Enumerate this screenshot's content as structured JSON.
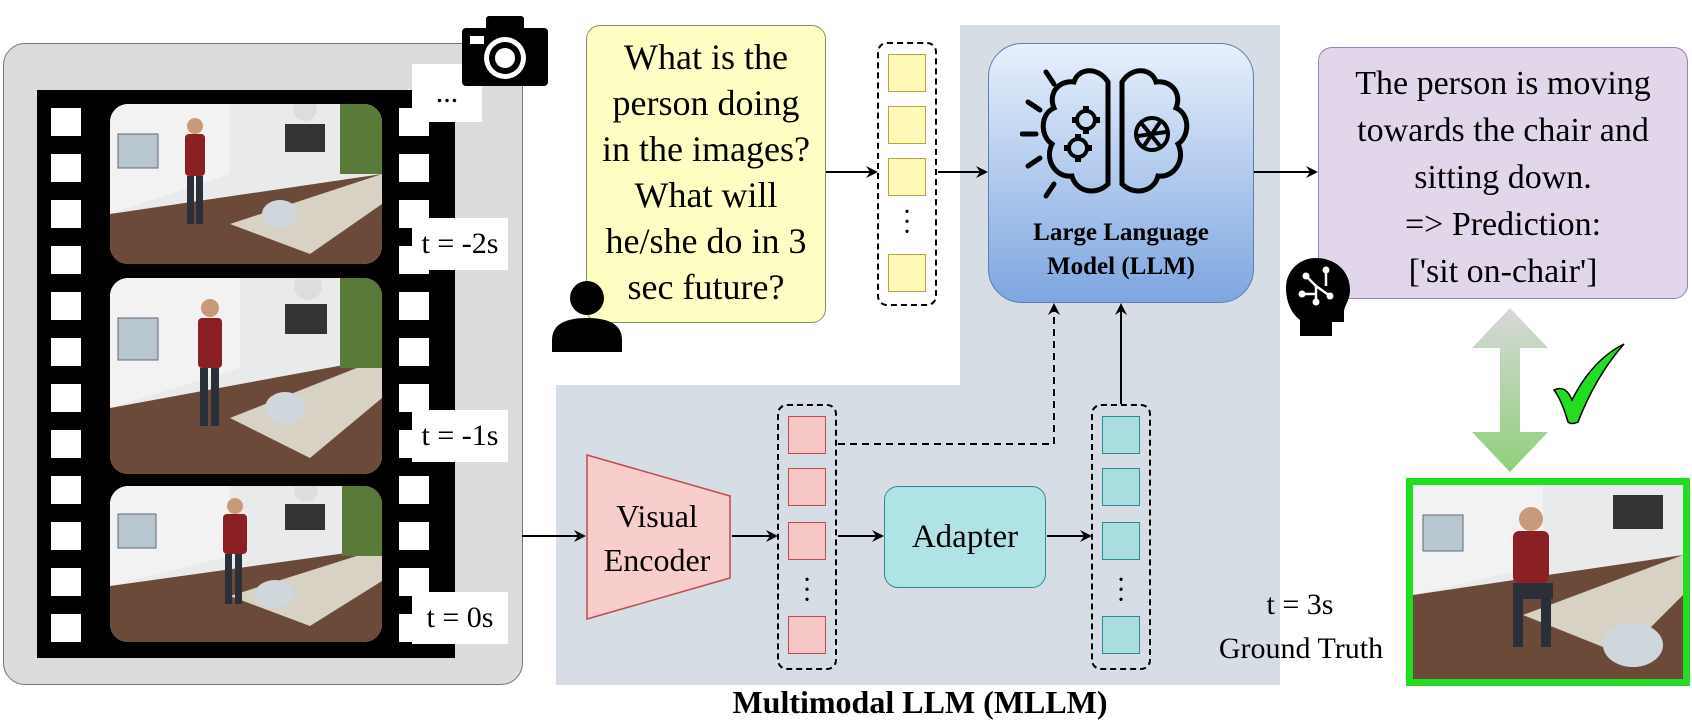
{
  "video_panel": {
    "ellipsis": "...",
    "frames": [
      {
        "time": "t = -2s"
      },
      {
        "time": "t = -1s"
      },
      {
        "time": "t = 0s"
      }
    ]
  },
  "question": {
    "lines": [
      "What is the",
      "person doing",
      "in the images?",
      "What will",
      "he/she do in 3",
      "sec future?"
    ]
  },
  "llm": {
    "title_line1": "Large Language",
    "title_line2": "Model (LLM)"
  },
  "prediction": {
    "lines": [
      "The person is moving",
      "towards the chair and",
      "sitting down.",
      "=> Prediction:",
      "['sit on-chair']"
    ]
  },
  "encoder": {
    "line1": "Visual",
    "line2": "Encoder"
  },
  "adapter": {
    "label": "Adapter"
  },
  "ground_truth": {
    "time": "t = 3s",
    "label": "Ground Truth"
  },
  "mllm_caption": "Multimodal LLM (MLLM)",
  "colors": {
    "question_bg": "#ffffc4",
    "llm_gradient_top": "#e8f0fc",
    "llm_gradient_bottom": "#7ea6e0",
    "prediction_bg": "#e2d6eb",
    "encoder_bg": "#f8cecc",
    "adapter_bg": "#b0e3e6",
    "mllm_region": "#d6dde5",
    "ground_truth_border": "#22dd22",
    "checkmark": "#22dd22"
  }
}
